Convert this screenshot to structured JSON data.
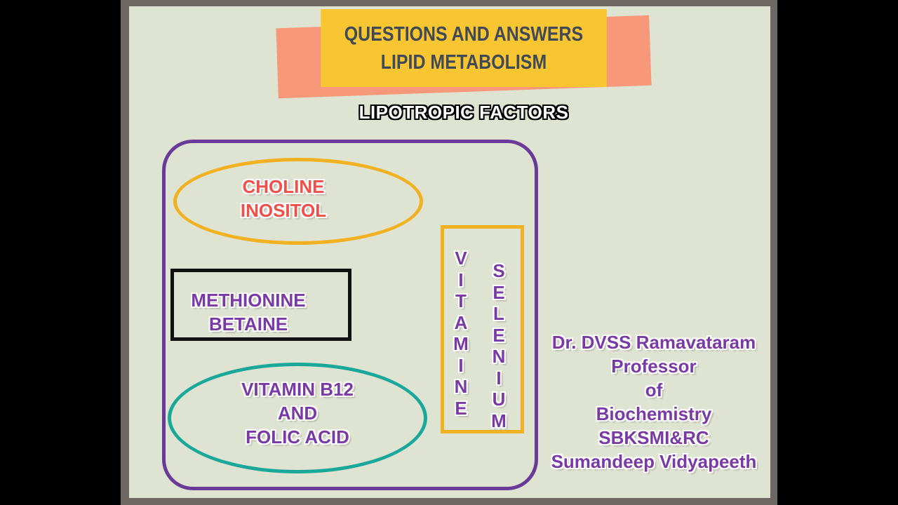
{
  "title": {
    "line1": "QUESTIONS AND ANSWERS",
    "line2": "LIPID METABOLISM"
  },
  "subtitle": "LIPOTROPIC FACTORS",
  "groups": {
    "choline_group": [
      "CHOLINE",
      "INOSITOL"
    ],
    "methionine_group": [
      "METHIONINE",
      "BETAINE"
    ],
    "vitamin_group": [
      "VITAMIN B12",
      "AND",
      "FOLIC ACID"
    ],
    "vitamin_e_vertical": [
      "V",
      "I",
      "T",
      "A",
      "M",
      "I",
      "N",
      "E"
    ],
    "selenium_vertical": [
      "S",
      "E",
      "L",
      "E",
      "N",
      "I",
      "U",
      "M"
    ]
  },
  "credits": [
    "Dr. DVSS Ramavataram",
    "Professor",
    "of",
    "Biochemistry",
    "SBKSMI&RC",
    "Sumandeep Vidyapeeth"
  ],
  "colors": {
    "title_bg": "#f9c631",
    "title_shadow": "#f8987a",
    "outer_border": "#6a3a99",
    "ellipse_yellow": "#f1b121",
    "ellipse_teal": "#1aa89a",
    "text_red": "#f0504a",
    "text_purple": "#7a3aa6"
  }
}
